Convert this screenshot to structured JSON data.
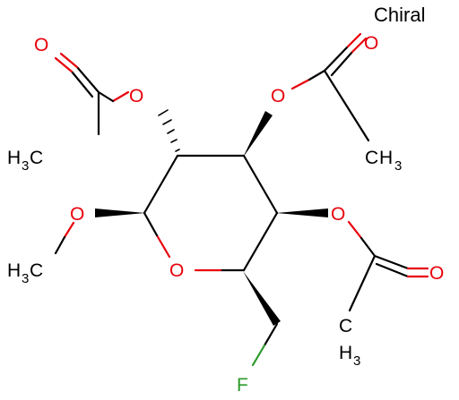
{
  "labels": {
    "chiral": "Chiral",
    "oxygen": "O",
    "fluorine": "F",
    "methyl_h": "H",
    "methyl_c": "C",
    "methyl_sub": "3",
    "methyl_sub_below": "3"
  },
  "colors": {
    "carbon": "#000000",
    "oxygen": "#e8000b",
    "fluorine": "#2a9a2a",
    "background": "#ffffff"
  }
}
